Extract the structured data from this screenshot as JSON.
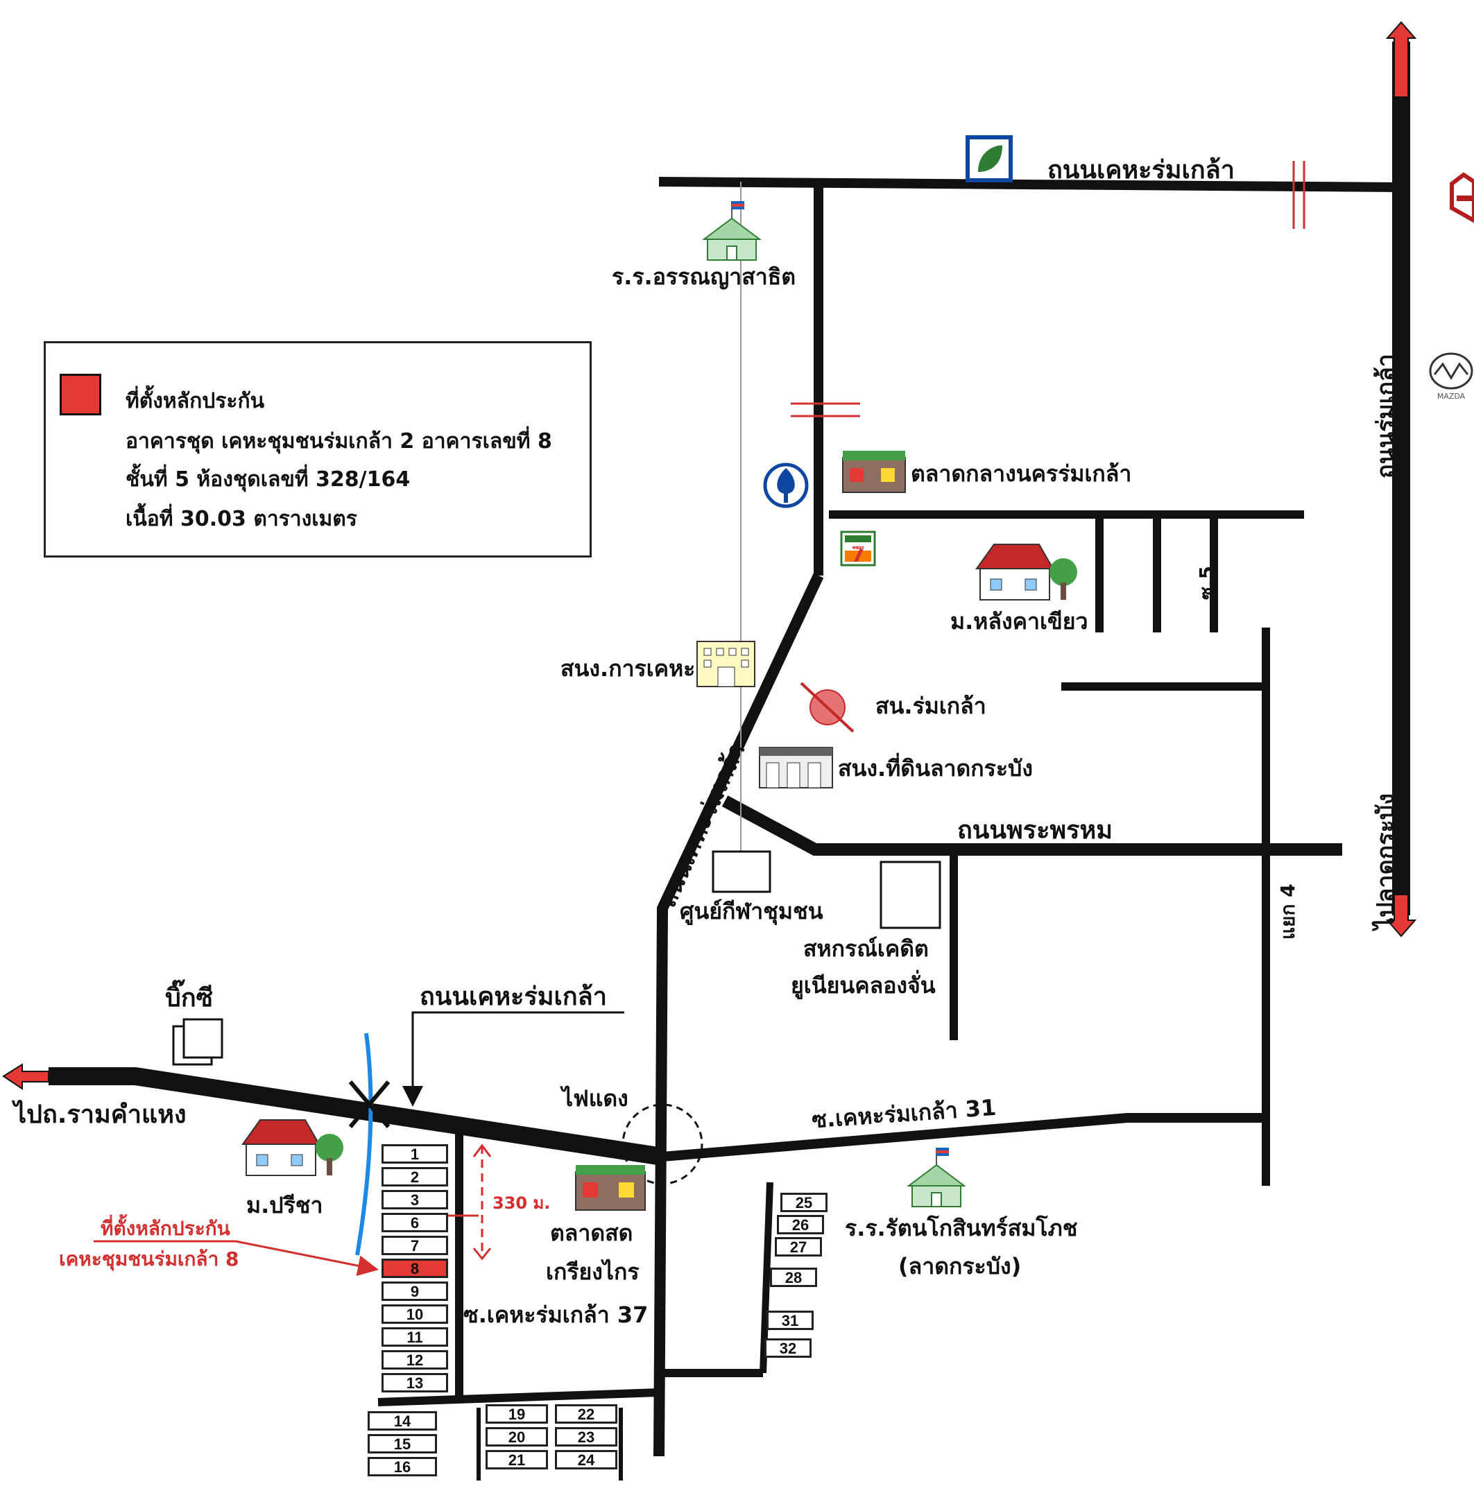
{
  "legend": {
    "title": "ที่ตั้งหลักประกัน",
    "line1": "อาคารชุด เคหะชุมชนร่มเกล้า 2 อาคารเลขที่ 8",
    "line2": "ชั้นที่ 5 ห้องชุดเลขที่ 328/164",
    "line3": "เนื้อที่ 30.03 ตารางเมตร",
    "swatch_color": "#e53935"
  },
  "roads": {
    "top": "ถนนเคหะร่มเกล้า",
    "right": "ถนนร่มเกล้า",
    "right_bottom": "ไปลาดกระบัง",
    "phra_prom": "ถนนพระพรหม",
    "diag": "ถนนเคหะร่มเกล้า",
    "left_label": "ถนนเคหะร่มเกล้า",
    "to_ramkhamhaeng": "ไปถ.รามคำแหง",
    "soi31": "ซ.เคหะร่มเกล้า 31",
    "soi37": "ซ.เคหะร่มเกล้า 37",
    "yaek4": "แยก 4",
    "soi5": "ซ.5",
    "traffic_light": "ไฟแดง"
  },
  "places": {
    "school_top": "ร.ร.อรรณญาสาธิต",
    "market_central": "ตลาดกลางนครร่มเกล้า",
    "village_green": "ม.หลังคาเขียว",
    "housing_office": "สนง.การเคหะ",
    "police": "สน.ร่มเกล้า",
    "land_office": "สนง.ที่ดินลาดกระบัง",
    "sport_center": "ศูนย์กีฬาชุมชน",
    "coop_1": "สหกรณ์เคดิต",
    "coop_2": "ยูเนียนคลองจั่น",
    "bigc": "บิ๊กซี",
    "village_preecha": "ม.ปรีชา",
    "market_fresh_1": "ตลาดสด",
    "market_fresh_2": "เกรียงไกร",
    "school_bottom_1": "ร.ร.รัตนโกสินทร์สมโภช",
    "school_bottom_2": "(ลาดกระบัง)",
    "mazda": "MAZDA",
    "seven_eleven": "ELEVEN",
    "seven": "7"
  },
  "pointer": {
    "line1": "ที่ตั้งหลักประกัน",
    "line2": "เคหะชุมชนร่มเกล้า 8",
    "distance": "330 ม."
  },
  "units_left": [
    "1",
    "2",
    "3",
    "6",
    "7",
    "8",
    "9",
    "10",
    "11",
    "12",
    "13"
  ],
  "units_bottom_left": [
    "14",
    "15",
    "16"
  ],
  "units_mid_a": [
    "19",
    "20",
    "21"
  ],
  "units_mid_b": [
    "22",
    "23",
    "24"
  ],
  "units_right": [
    "25",
    "26",
    "27",
    "28",
    "31",
    "32"
  ],
  "highlight_unit": "8",
  "colors": {
    "road": "#111111",
    "highlight": "#e53935",
    "canal": "#1e88e5",
    "annotation": "#d32f2f"
  }
}
